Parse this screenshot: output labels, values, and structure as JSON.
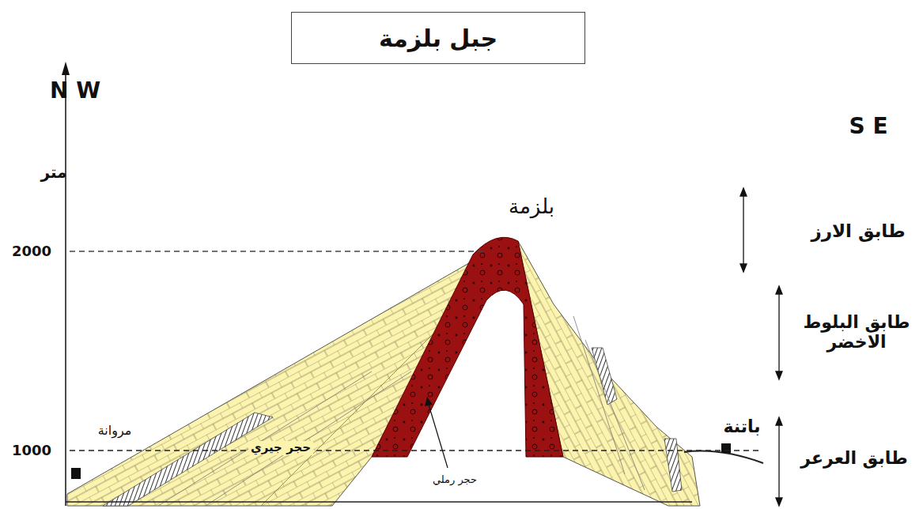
{
  "diagram": {
    "title": "جبل بلزمة",
    "labels": [
      "N W",
      "S E",
      "متر",
      "2000",
      "1000",
      "بلزمة",
      "طابق الارز",
      "طابق البلوط الاخضر",
      "مروانة",
      "حجر جيري",
      "باتنة",
      "طابق العرعر",
      "حجر رملي"
    ]
  }
}
